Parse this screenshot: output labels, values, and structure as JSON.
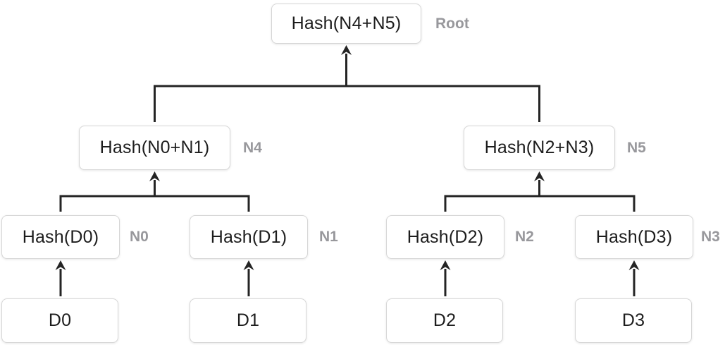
{
  "colors": {
    "background": "#ffffff",
    "line": "#242424",
    "node_fill": "#ffffff",
    "node_border": "#d6d6d6",
    "node_text": "#1d1d1d",
    "label_text": "#98989c"
  },
  "tree": {
    "root": {
      "text": "Hash(N4+N5)",
      "label": "Root"
    },
    "internal": [
      {
        "text": "Hash(N0+N1)",
        "label": "N4"
      },
      {
        "text": "Hash(N2+N3)",
        "label": "N5"
      }
    ],
    "hashes": [
      {
        "text": "Hash(D0)",
        "label": "N0"
      },
      {
        "text": "Hash(D1)",
        "label": "N1"
      },
      {
        "text": "Hash(D2)",
        "label": "N2"
      },
      {
        "text": "Hash(D3)",
        "label": "N3"
      }
    ],
    "data_blocks": [
      {
        "text": "D0"
      },
      {
        "text": "D1"
      },
      {
        "text": "D2"
      },
      {
        "text": "D3"
      }
    ]
  }
}
